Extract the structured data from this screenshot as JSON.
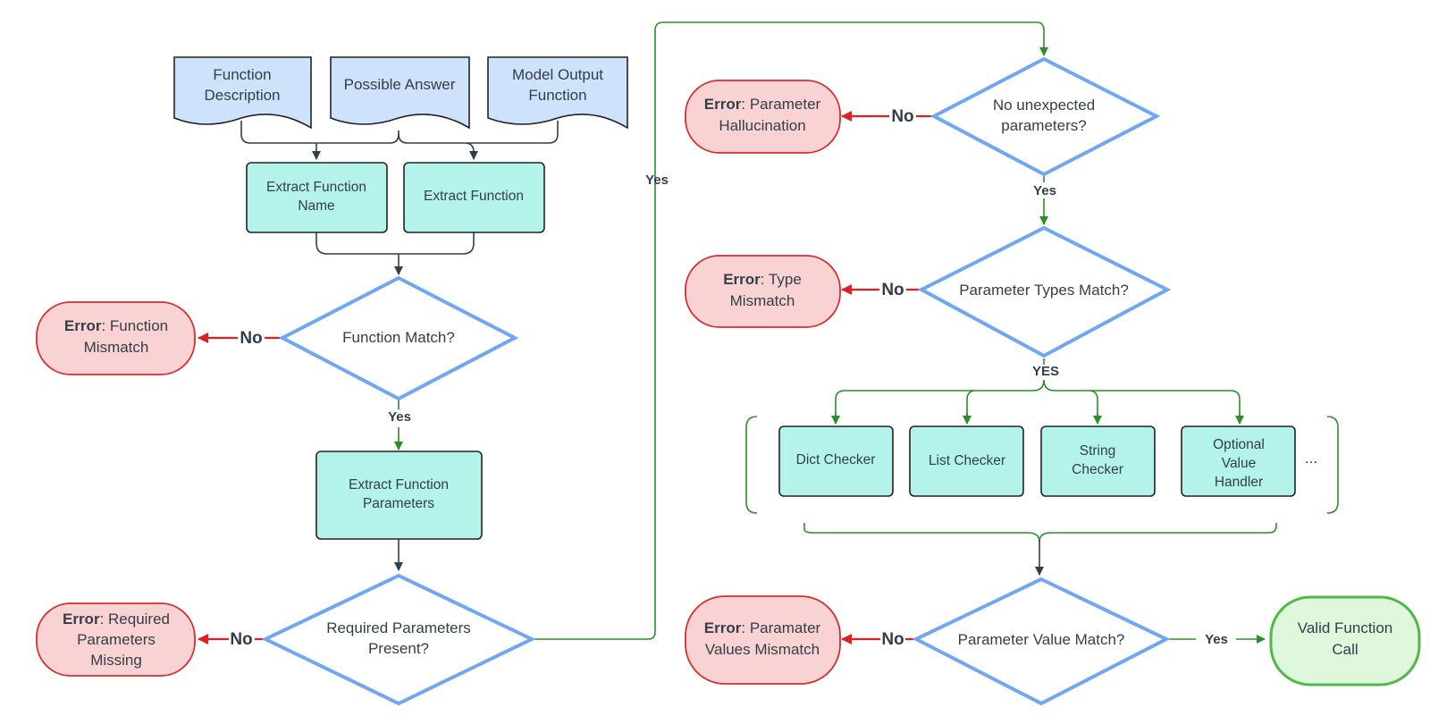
{
  "inputs": {
    "function_description": [
      "Function",
      "Description"
    ],
    "possible_answer": "Possible Answer",
    "model_output": [
      "Model Output",
      "Function"
    ]
  },
  "process": {
    "extract_name": [
      "Extract Function",
      "Name"
    ],
    "extract_function": "Extract Function",
    "extract_parameters": [
      "Extract Function",
      "Parameters"
    ]
  },
  "decisions": {
    "function_match": "Function Match?",
    "required_present": [
      "Required Parameters",
      "Present?"
    ],
    "no_unexpected": [
      "No unexpected",
      "parameters?"
    ],
    "types_match": "Parameter Types Match?",
    "value_match": "Parameter Value Match?"
  },
  "errors": {
    "function_mismatch": {
      "bold": "Error",
      "rest": ": Function",
      "line2": "Mismatch"
    },
    "required_missing": {
      "bold": "Error",
      "rest": ": Required",
      "line2": "Parameters",
      "line3": "Missing"
    },
    "hallucination": {
      "bold": "Error",
      "rest": ": Parameter",
      "line2": "Hallucination"
    },
    "type_mismatch": {
      "bold": "Error",
      "rest": ": Type",
      "line2": "Mismatch"
    },
    "values_mismatch": {
      "bold": "Error",
      "rest": ": Paramater",
      "line2": "Values Mismatch"
    }
  },
  "checkers": {
    "dict": "Dict Checker",
    "list": "List Checker",
    "string": [
      "String",
      "Checker"
    ],
    "optional": [
      "Optional",
      "Value",
      "Handler"
    ],
    "ellipsis": "..."
  },
  "result": {
    "valid": [
      "Valid Function",
      "Call"
    ]
  },
  "edge_labels": {
    "no": "No",
    "yes": "Yes",
    "yes_caps": "YES"
  },
  "colors": {
    "doc_fill": "#cfe2fb",
    "process_fill": "#b4f3ea",
    "decision_stroke": "#6fa8f0",
    "error_fill": "#f9d3d3",
    "error_stroke": "#d92b2b",
    "valid_fill": "#dff7da",
    "valid_stroke": "#4fb848",
    "green_line": "#2a8f2a",
    "red_line": "#e02020",
    "dark_line": "#333e48"
  }
}
